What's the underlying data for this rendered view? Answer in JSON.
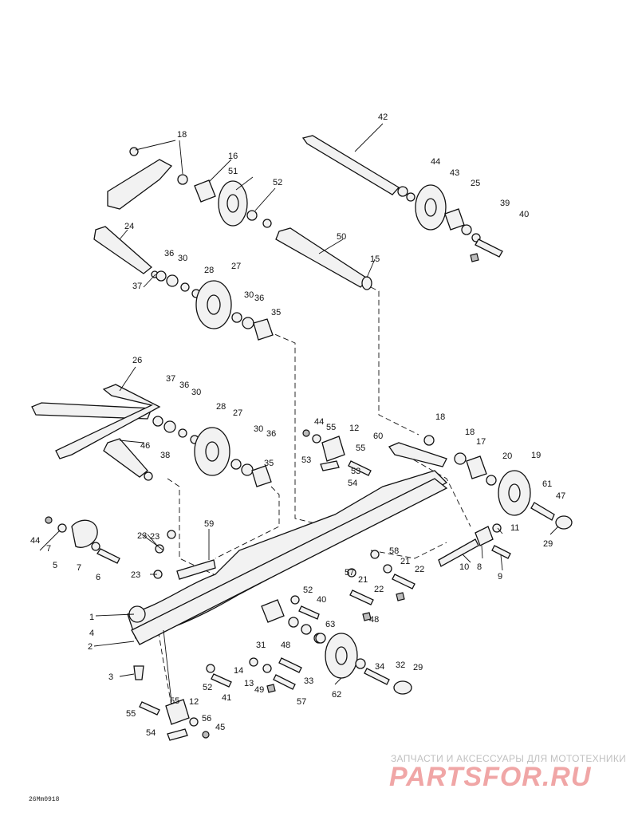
{
  "diagram": {
    "callouts": [
      "1",
      "2",
      "3",
      "4",
      "5",
      "6",
      "7",
      "7",
      "8",
      "9",
      "10",
      "11",
      "12",
      "12",
      "13",
      "14",
      "15",
      "16",
      "17",
      "18",
      "18",
      "18",
      "19",
      "20",
      "21",
      "21",
      "22",
      "22",
      "23",
      "23",
      "23",
      "24",
      "25",
      "26",
      "27",
      "27",
      "28",
      "28",
      "29",
      "29",
      "30",
      "30",
      "30",
      "30",
      "31",
      "32",
      "33",
      "34",
      "35",
      "35",
      "36",
      "36",
      "36",
      "36",
      "37",
      "37",
      "38",
      "39",
      "40",
      "40",
      "41",
      "42",
      "43",
      "44",
      "44",
      "44",
      "45",
      "46",
      "47",
      "48",
      "48",
      "49",
      "50",
      "51",
      "52",
      "52",
      "52",
      "53",
      "53",
      "54",
      "54",
      "55",
      "55",
      "55",
      "55",
      "56",
      "57",
      "57",
      "58",
      "59",
      "60",
      "61",
      "62",
      "63"
    ],
    "reference_code": "26Mm0918"
  },
  "watermark": {
    "subtitle": "ЗАПЧАСТИ И АКСЕССУАРЫ ДЛЯ МОТОТЕХНИКИ",
    "logo": "PARTSFOR.RU",
    "logo_color": "#f0a6a6"
  },
  "colors": {
    "line": "#111111",
    "background": "#ffffff"
  }
}
